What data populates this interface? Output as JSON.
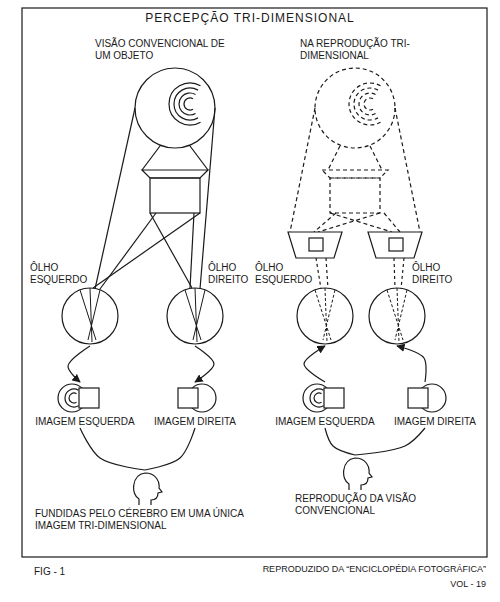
{
  "diagram": {
    "title": "PERCEPÇÃO TRI-DIMENSIONAL",
    "nodes": [
      {
        "text": [
          "ÔLHO ESQUERDO"
        ]
      },
      {
        "text": [
          "ÔLHO DIREITO"
        ]
      },
      {
        "text": [
          "ÔLHO ESQUERDO"
        ]
      },
      {
        "text": [
          "ÔLHO DIREITO"
        ]
      },
      {
        "text": [
          "IMAGEM ESQUERDA"
        ]
      },
      {
        "text": [
          "IMAGEM DIREITA"
        ]
      },
      {
        "text": [
          "IMAGEM ESQUERDA"
        ]
      },
      {
        "text": [
          "IMAGEM DIREITA"
        ]
      },
      {
        "text": [
          "FUNDIDAS PELO CÉREBRO EM UMA ÚNICA IMAGEM TRI-DIMENSIONAL"
        ]
      },
      {
        "text": [
          "REPRODUÇÃO DA VISÃO CONVENCIONAL"
        ]
      }
    ],
    "edges": [
      {
        "from": 0,
        "to": 4,
        "arrow": "to"
      },
      {
        "from": 1,
        "to": 5,
        "arrow": "to"
      },
      {
        "from": 6,
        "to": 2,
        "arrow": "to"
      },
      {
        "from": 7,
        "to": 3,
        "arrow": "to"
      },
      {
        "from": 4,
        "to": 8,
        "arrow": "none"
      },
      {
        "from": 5,
        "to": 8,
        "arrow": "none"
      },
      {
        "from": 6,
        "to": 9,
        "arrow": "none"
      },
      {
        "from": 7,
        "to": 9,
        "arrow": "none"
      }
    ],
    "labels": [
      "VISÃO CONVENCIONAL DE UM OBJETO",
      "NA REPRODUÇÃO TRI-DIMENSIONAL",
      "FIG - 1",
      "REPRODUZIDO DA “ENCICLOPÉDIA FOTOGRÁFICA”",
      "VOL - 19"
    ]
  }
}
